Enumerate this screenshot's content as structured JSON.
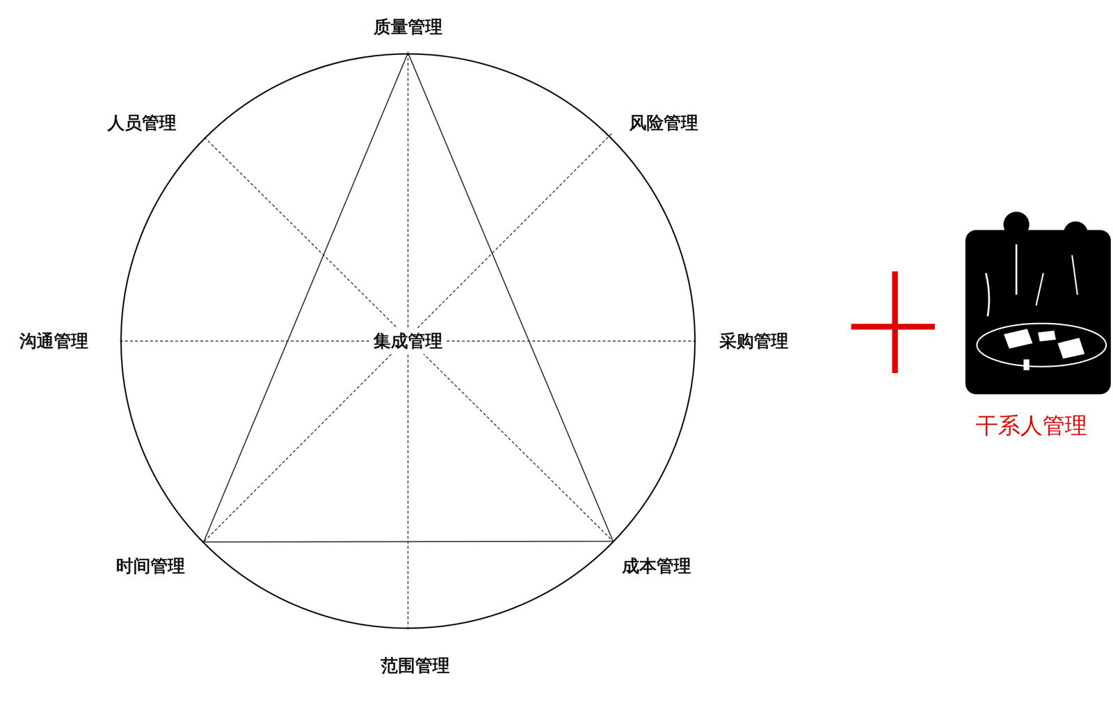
{
  "diagram": {
    "nodes": [
      {
        "text": [
          "集成管理"
        ]
      }
    ],
    "labels": [
      "质量管理",
      "风险管理",
      "采购管理",
      "成本管理",
      "范围管理",
      "时间管理",
      "沟通管理",
      "人员管理",
      "干系人管理"
    ]
  }
}
